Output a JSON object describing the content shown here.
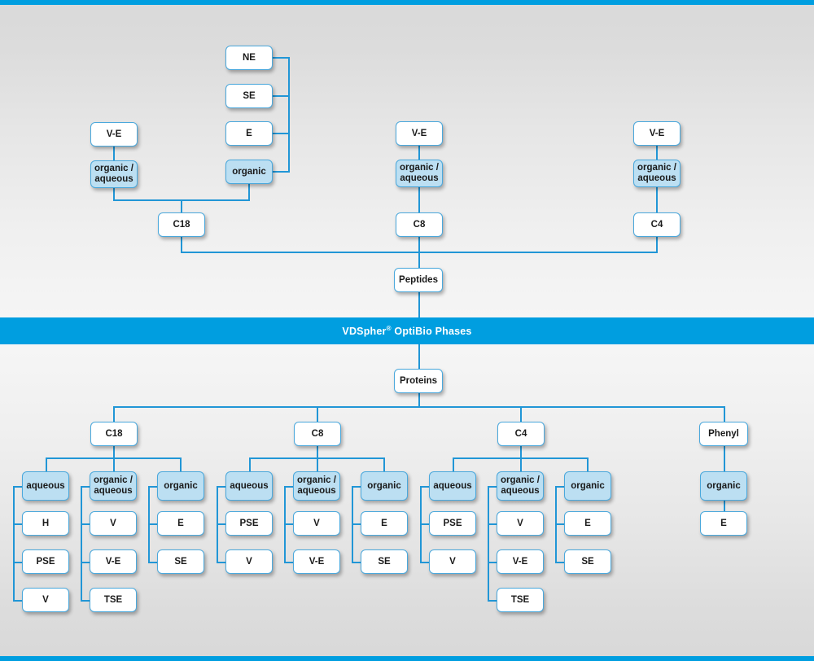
{
  "banner": {
    "brand": "VDSpher",
    "registered": "®",
    "rest": " OptiBio Phases",
    "full_text": "VDSpher® OptiBio Phases",
    "bg_color": "#009ee0",
    "text_color": "#ffffff"
  },
  "colors": {
    "accent": "#009ee0",
    "line": "#2196d6",
    "node_border": "#4aa8dc",
    "node_fill_white": "#ffffff",
    "node_fill_blue": "#bcdff2",
    "background": "#d9d9d9",
    "text": "#1a1a1a"
  },
  "peptides": {
    "root_label": "Peptides",
    "columns": [
      {
        "sorbent": "C18",
        "groups": [
          {
            "mode": "organic /\naqueous",
            "mode_filled": true,
            "parents": [
              "V-E"
            ]
          },
          {
            "mode": "organic",
            "mode_filled": true,
            "parents": [
              "NE",
              "SE",
              "E"
            ]
          }
        ]
      },
      {
        "sorbent": "C8",
        "groups": [
          {
            "mode": "organic /\naqueous",
            "mode_filled": true,
            "parents": [
              "V-E"
            ]
          }
        ]
      },
      {
        "sorbent": "C4",
        "groups": [
          {
            "mode": "organic /\naqueous",
            "mode_filled": true,
            "parents": [
              "V-E"
            ]
          }
        ]
      }
    ]
  },
  "proteins": {
    "root_label": "Proteins",
    "columns": [
      {
        "sorbent": "C18",
        "groups": [
          {
            "mode": "aqueous",
            "mode_filled": true,
            "items": [
              "H",
              "PSE",
              "V"
            ]
          },
          {
            "mode": "organic /\naqueous",
            "mode_filled": true,
            "items": [
              "V",
              "V-E",
              "TSE"
            ]
          },
          {
            "mode": "organic",
            "mode_filled": true,
            "items": [
              "E",
              "SE"
            ]
          }
        ]
      },
      {
        "sorbent": "C8",
        "groups": [
          {
            "mode": "aqueous",
            "mode_filled": true,
            "items": [
              "PSE",
              "V"
            ]
          },
          {
            "mode": "organic /\naqueous",
            "mode_filled": true,
            "items": [
              "V",
              "V-E"
            ]
          },
          {
            "mode": "organic",
            "mode_filled": true,
            "items": [
              "E",
              "SE"
            ]
          }
        ]
      },
      {
        "sorbent": "C4",
        "groups": [
          {
            "mode": "aqueous",
            "mode_filled": true,
            "items": [
              "PSE",
              "V"
            ]
          },
          {
            "mode": "organic /\naqueous",
            "mode_filled": true,
            "items": [
              "V",
              "V-E",
              "TSE"
            ]
          },
          {
            "mode": "organic",
            "mode_filled": true,
            "items": [
              "E",
              "SE"
            ]
          }
        ]
      },
      {
        "sorbent": "Phenyl",
        "groups": [
          {
            "mode": "organic",
            "mode_filled": true,
            "items": [
              "E"
            ]
          }
        ]
      }
    ]
  }
}
